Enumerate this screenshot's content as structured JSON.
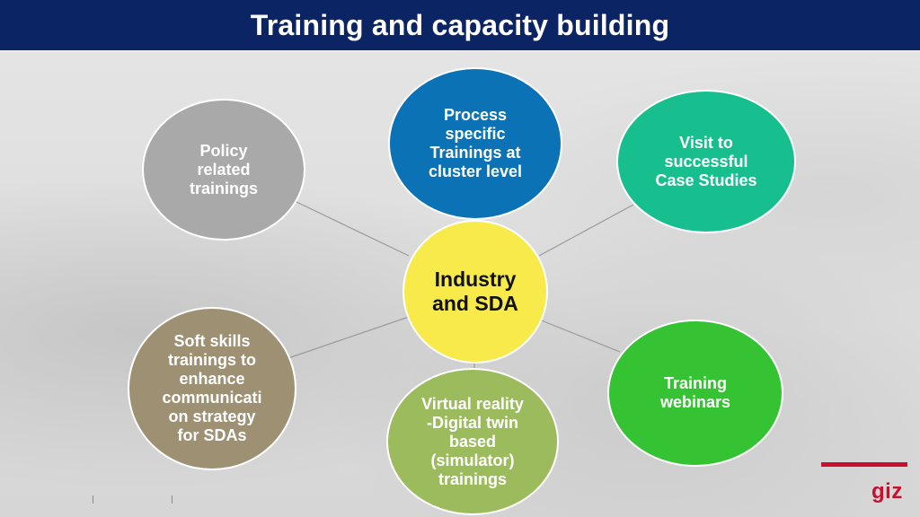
{
  "header": {
    "title": "Training and capacity building"
  },
  "diagram": {
    "center": {
      "label": "Industry\nand SDA",
      "color": "#f7ea4a"
    },
    "satellites": [
      {
        "id": "policy",
        "label": "Policy\nrelated\ntrainings",
        "color": "#a9a9a9"
      },
      {
        "id": "process",
        "label": "Process\nspecific\nTrainings at\ncluster level",
        "color": "#0a72b5"
      },
      {
        "id": "visit",
        "label": "Visit to\nsuccessful\nCase Studies",
        "color": "#17bf8f"
      },
      {
        "id": "soft",
        "label": "Soft skills\ntrainings to\nenhance\ncommunicati\non strategy\nfor SDAs",
        "color": "#9e9072"
      },
      {
        "id": "virtual",
        "label": "Virtual reality\n-Digital twin\nbased\n(simulator)\ntrainings",
        "color": "#9cbb5c"
      },
      {
        "id": "webinars",
        "label": "Training\nwebinars",
        "color": "#35c333"
      }
    ]
  },
  "branding": {
    "logo_text": "giz",
    "logo_color": "#c8102e"
  }
}
